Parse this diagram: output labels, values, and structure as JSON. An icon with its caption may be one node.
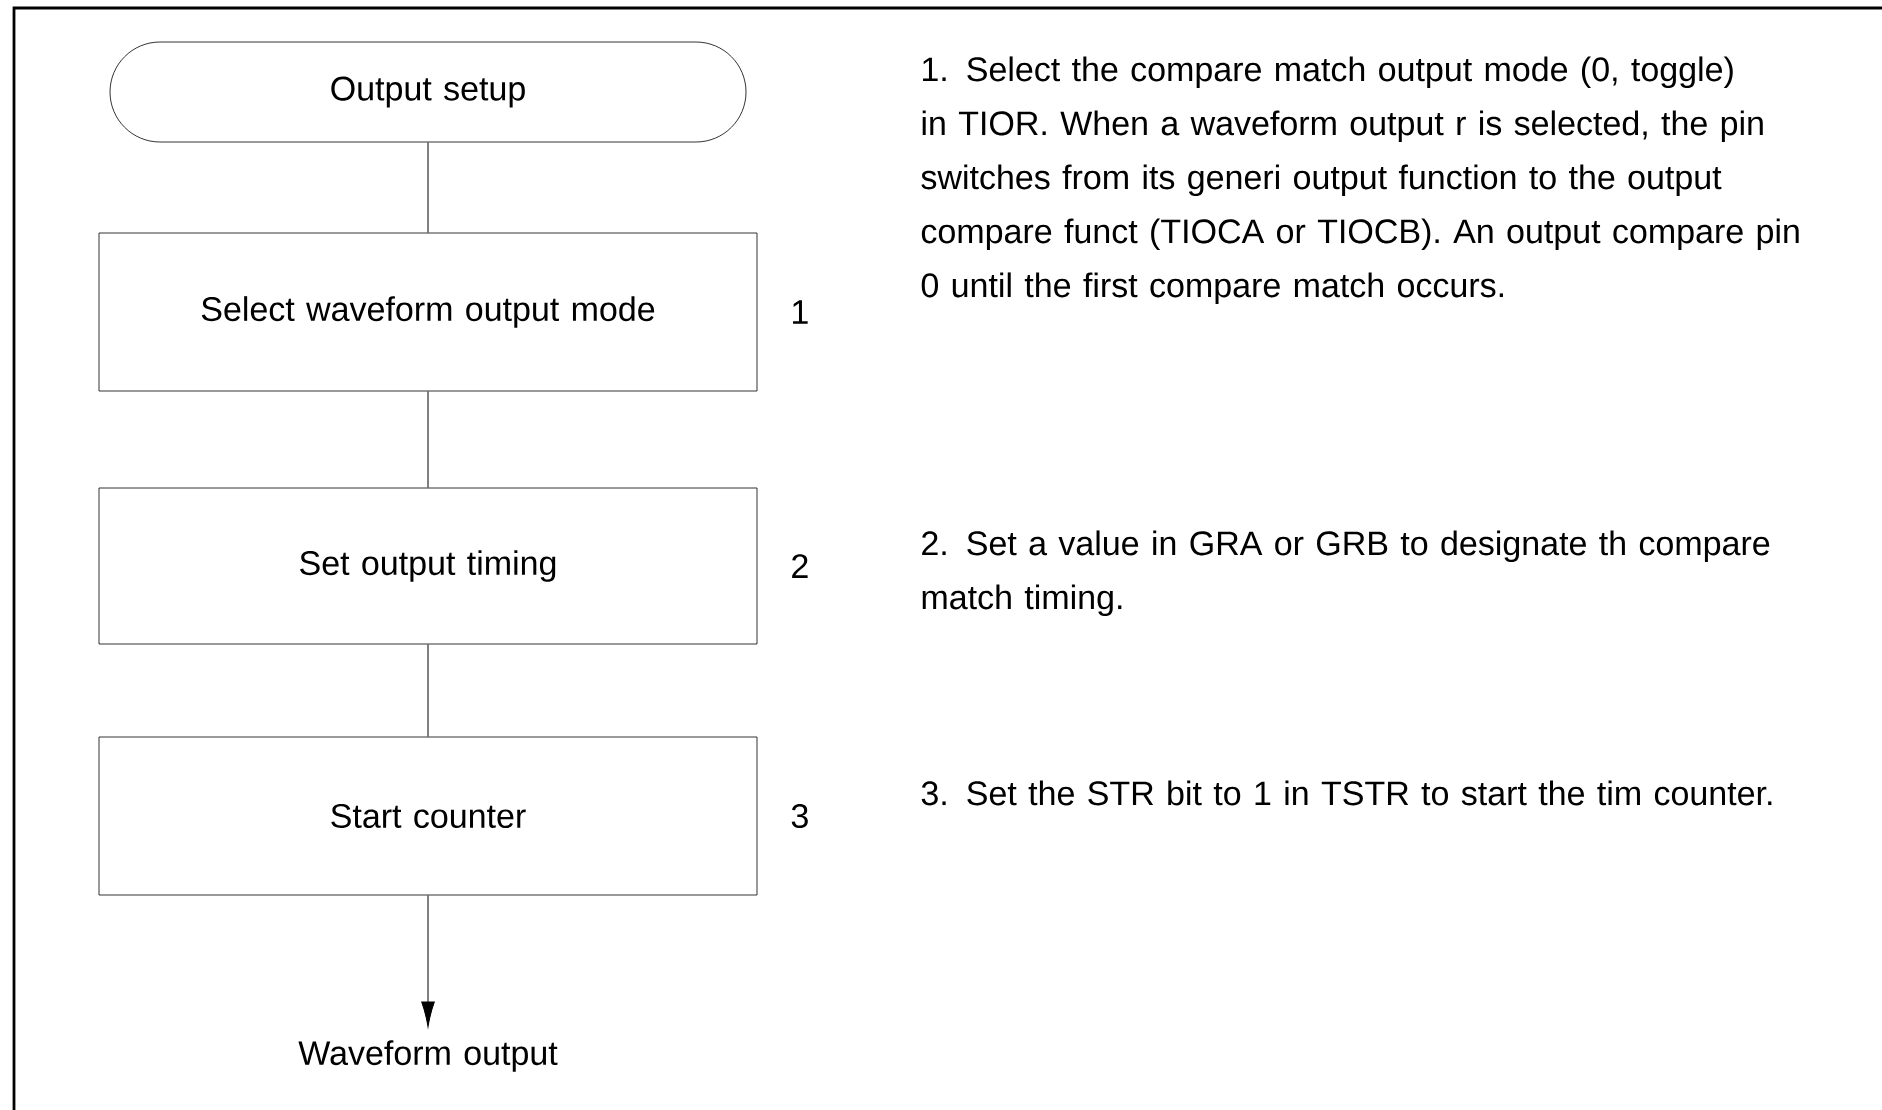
{
  "diagram": {
    "nodes": [
      {
        "text": [
          "Output setup"
        ]
      },
      {
        "text": [
          "Select waveform output mode"
        ],
        "beside": [
          "1"
        ]
      },
      {
        "text": [
          "Set output timing"
        ],
        "beside": [
          "2"
        ]
      },
      {
        "text": [
          "Start counter"
        ],
        "beside": [
          "3"
        ]
      },
      {
        "text": [
          "Waveform output"
        ]
      }
    ],
    "edges": [
      {
        "from": 0,
        "to": 1,
        "arrow": "none"
      },
      {
        "from": 1,
        "to": 2,
        "arrow": "none"
      },
      {
        "from": 2,
        "to": 3,
        "arrow": "none"
      },
      {
        "from": 3,
        "to": 4,
        "arrow": "to"
      }
    ],
    "labels": [
      "1. Select the compare match output mode (0, toggle) in TIOR. When a waveform output r is selected, the pin switches from its generi output function to the output compare funct (TIOCA or TIOCB). An output compare pin 0 until the first compare match occurs.",
      "2. Set a value in GRA or GRB to designate th compare match timing.",
      "3. Set the STR bit to 1 in TSTR to start the tim counter."
    ]
  }
}
